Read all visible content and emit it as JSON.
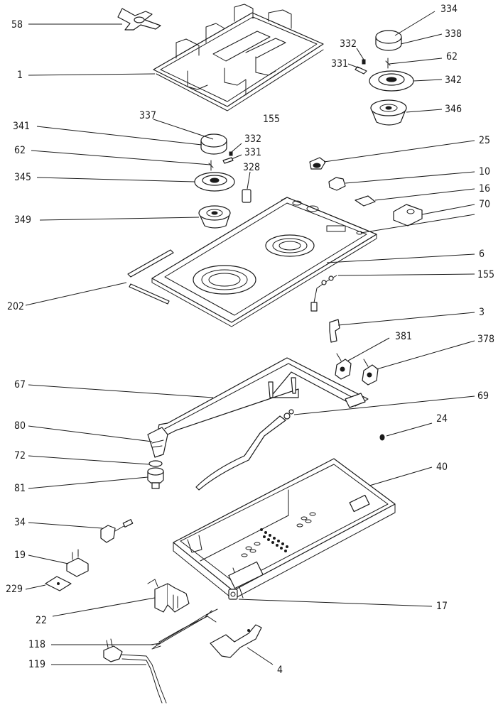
{
  "callouts": {
    "c58": "58",
    "c1": "1",
    "c334": "334",
    "c332a": "332",
    "c338": "338",
    "c331a": "331",
    "c62a": "62",
    "c342": "342",
    "c346": "346",
    "c155a": "155",
    "c337": "337",
    "c341": "341",
    "c332b": "332",
    "c62b": "62",
    "c331b": "331",
    "c328": "328",
    "c345": "345",
    "c349": "349",
    "c25": "25",
    "c10": "10",
    "c16": "16",
    "c70": "70",
    "c6": "6",
    "c155b": "155",
    "c202": "202",
    "c3": "3",
    "c381": "381",
    "c378": "378",
    "c67": "67",
    "c69": "69",
    "c80": "80",
    "c24": "24",
    "c72": "72",
    "c40": "40",
    "c81": "81",
    "c34": "34",
    "c19": "19",
    "c229": "229",
    "c17": "17",
    "c22": "22",
    "c118": "118",
    "c119": "119",
    "c4": "4"
  }
}
